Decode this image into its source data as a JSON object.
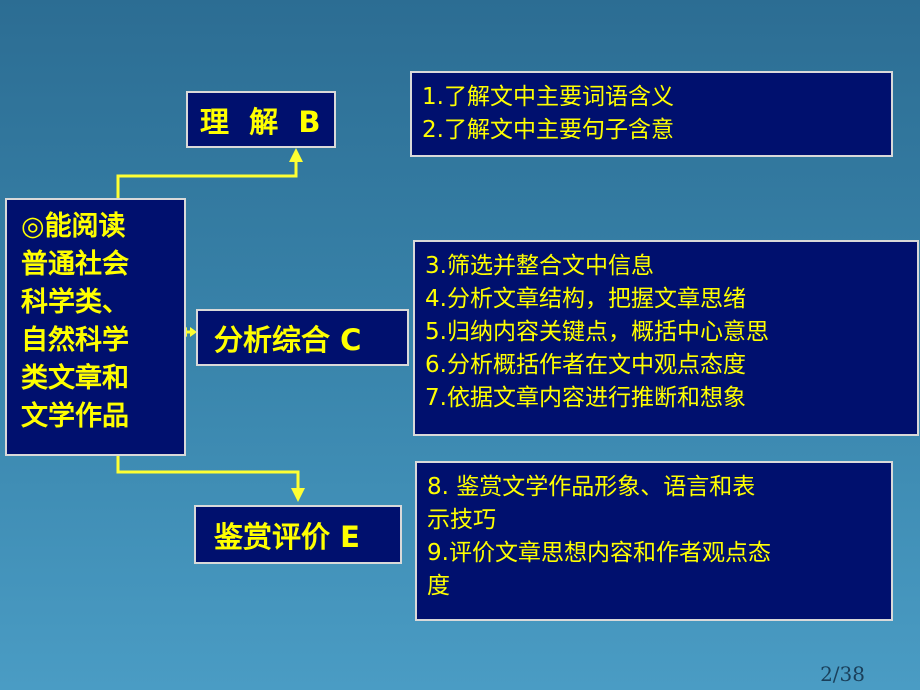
{
  "root": {
    "symbol": "◎",
    "label": "能阅读\n普通社会\n科学类、\n自然科学\n类文章和\n文学作品"
  },
  "categories": [
    {
      "label": "理  解  B",
      "items": [
        "1.了解文中主要词语含义",
        "2.了解文中主要句子含意"
      ]
    },
    {
      "label": "分析综合 C",
      "items": [
        "3.筛选并整合文中信息",
        "4.分析文章结构，把握文章思绪",
        "5.归纳内容关键点，概括中心意思",
        "6.分析概括作者在文中观点态度",
        "7.依据文章内容进行推断和想象"
      ]
    },
    {
      "label": "鉴赏评价 E",
      "items": [
        "8. 鉴赏文学作品形象、语言和表",
        "示技巧",
        "9.评价文章思想内容和作者观点态",
        "度"
      ]
    }
  ],
  "page_number": "2/38",
  "colors": {
    "background": "#3a86ad",
    "box_fill": "#00106e",
    "text": "#ffff00",
    "border": "#d9d9d9"
  }
}
